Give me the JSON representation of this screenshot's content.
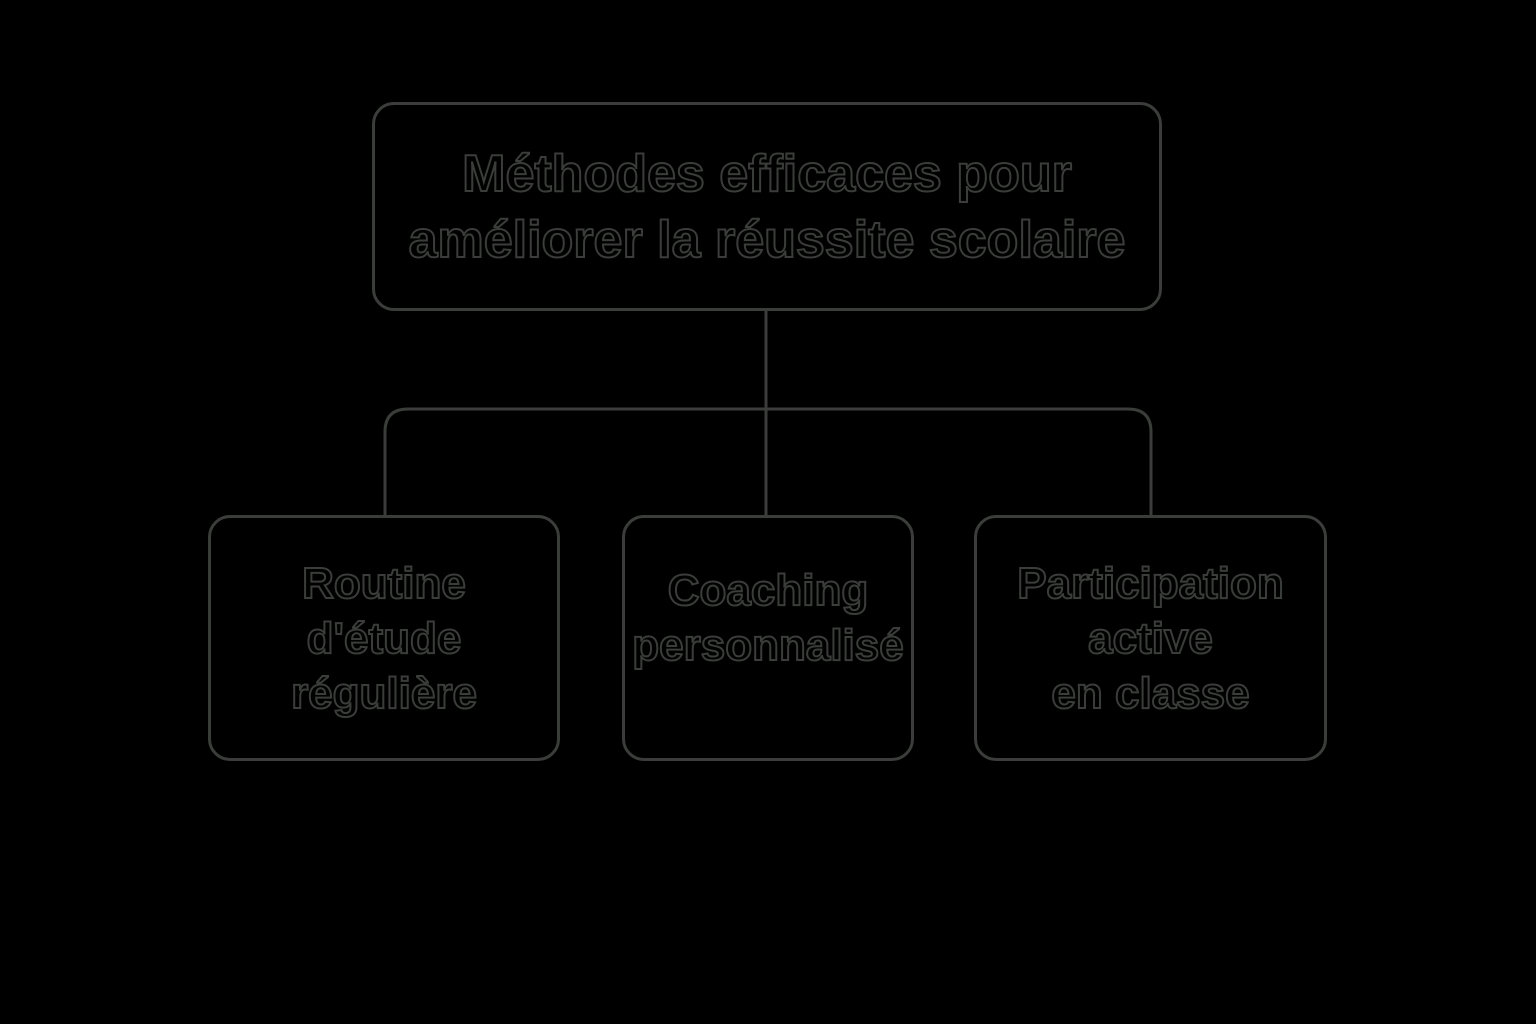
{
  "diagram": {
    "type": "hierarchy",
    "colors": {
      "background": "#000000",
      "stroke": "#3a3d3a"
    },
    "root": {
      "text": "Méthodes efficaces pour\naméliorer la réussite scolaire"
    },
    "children": [
      {
        "text": "Routine\nd'étude\nrégulière"
      },
      {
        "text": "Coaching\npersonnalisé"
      },
      {
        "text": "Participation\nactive\nen classe"
      }
    ]
  }
}
